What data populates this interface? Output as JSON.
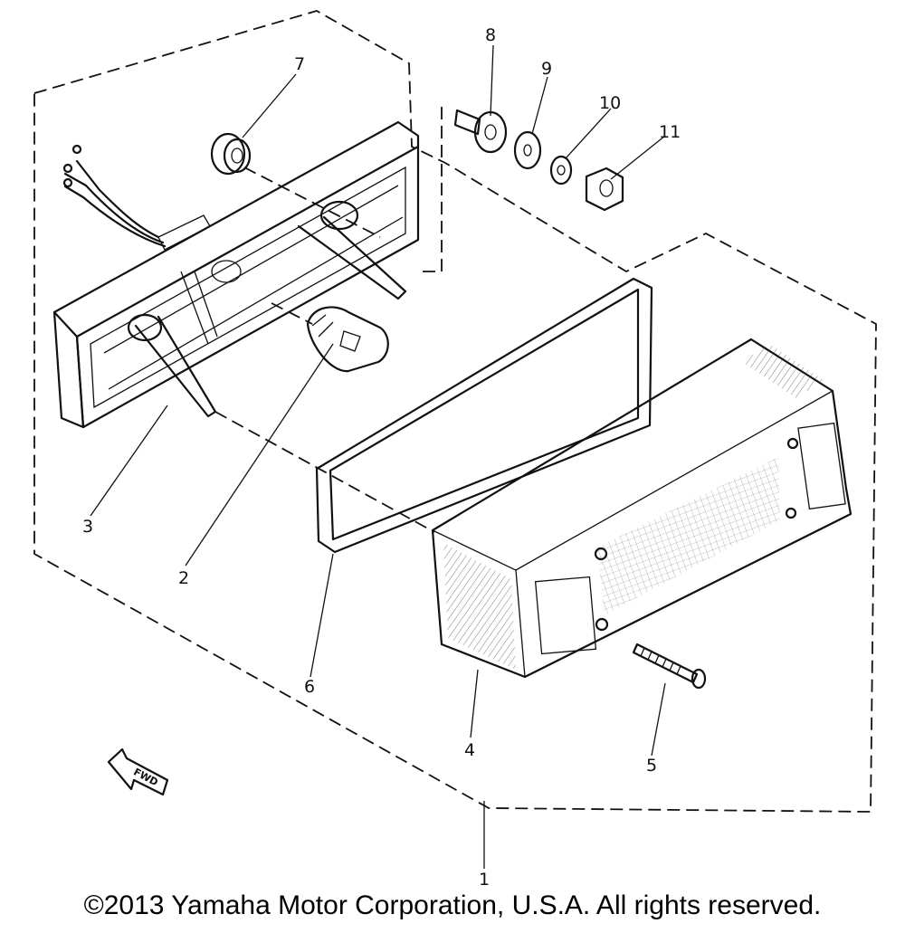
{
  "diagram": {
    "callouts": {
      "p1": "1",
      "p2": "2",
      "p3": "3",
      "p4": "4",
      "p5": "5",
      "p6": "6",
      "p7": "7",
      "p8": "8",
      "p9": "9",
      "p10": "10",
      "p11": "11"
    },
    "direction_marker": "FWD"
  },
  "footer": {
    "copyright": "©2013 Yamaha Motor Corporation, U.S.A. All rights reserved."
  }
}
